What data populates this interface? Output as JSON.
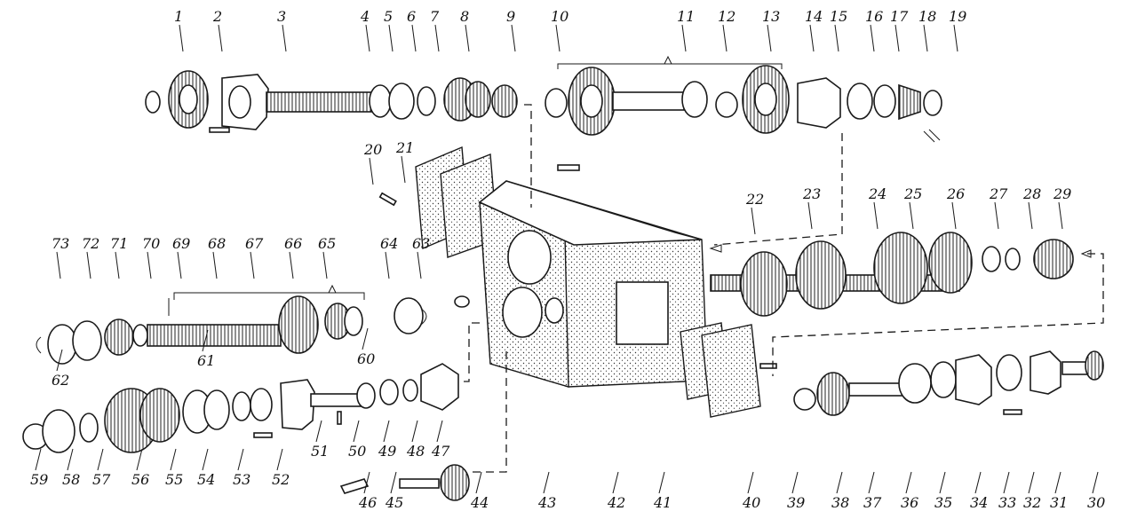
{
  "part_numbers": [
    "1",
    "2",
    "3",
    "4",
    "5",
    "6",
    "7",
    "8",
    "9",
    "10",
    "11",
    "12",
    "13",
    "14",
    "15",
    "16",
    "17",
    "18",
    "19",
    "20",
    "21",
    "22",
    "23",
    "24",
    "25",
    "26",
    "27",
    "28",
    "29",
    "30",
    "31",
    "32",
    "33",
    "34",
    "35",
    "36",
    "37",
    "38",
    "39",
    "40",
    "41",
    "42",
    "43",
    "44",
    "45",
    "46",
    "47",
    "48",
    "49",
    "50",
    "51",
    "52",
    "53",
    "54",
    "55",
    "56",
    "57",
    "58",
    "59",
    "60",
    "61",
    "62",
    "63",
    "64",
    "65",
    "66",
    "67",
    "68",
    "69",
    "70",
    "71",
    "72",
    "73"
  ]
}
